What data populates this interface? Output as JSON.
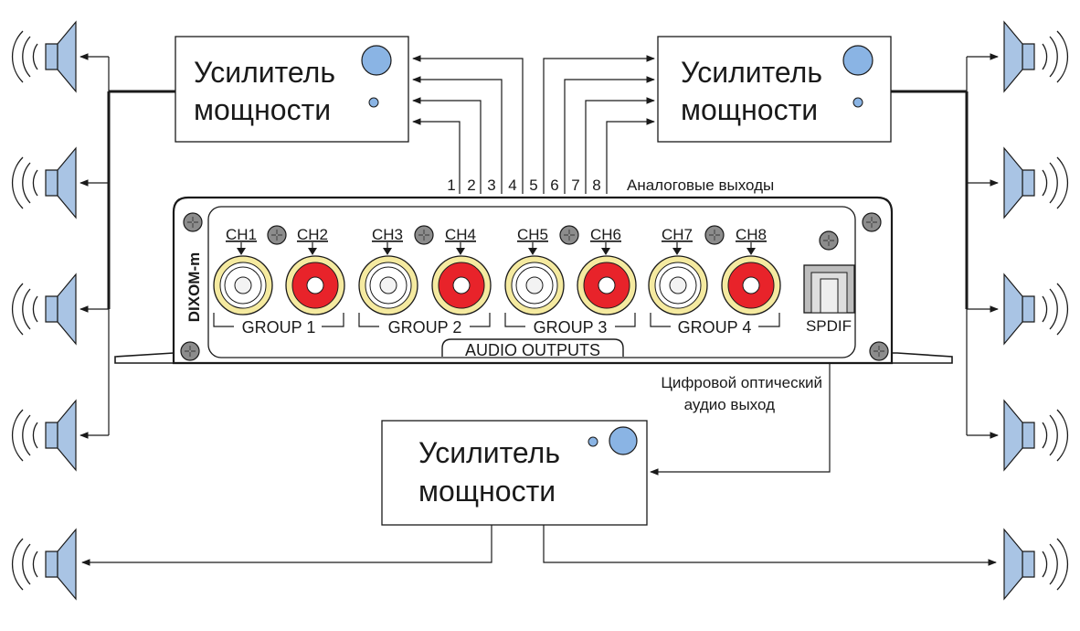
{
  "amplifiers": {
    "left": {
      "line1": "Усилитель",
      "line2": "мощности"
    },
    "right": {
      "line1": "Усилитель",
      "line2": "мощности"
    },
    "bottom": {
      "line1": "Усилитель",
      "line2": "мощности"
    }
  },
  "outputs": {
    "numbers": [
      "1",
      "2",
      "3",
      "4",
      "5",
      "6",
      "7",
      "8"
    ],
    "analog_label": "Аналоговые выходы",
    "digital_label_line1": "Цифровой оптический",
    "digital_label_line2": "аудио выход"
  },
  "device": {
    "model": "DIXOM-m",
    "panel_label": "AUDIO OUTPUTS",
    "spdif_label": "SPDIF",
    "groups": [
      {
        "ch_left": "CH1",
        "ch_right": "CH2",
        "label": "GROUP 1"
      },
      {
        "ch_left": "CH3",
        "ch_right": "CH4",
        "label": "GROUP 2"
      },
      {
        "ch_left": "CH5",
        "ch_right": "CH6",
        "label": "GROUP 3"
      },
      {
        "ch_left": "CH7",
        "ch_right": "CH8",
        "label": "GROUP 4"
      }
    ]
  },
  "colors": {
    "speaker_fill": "#a9c4e4",
    "knob_fill": "#8ab4e4",
    "rca_red": "#e8232a",
    "rca_gold": "#f3e8a0",
    "outline": "#1a1a1a"
  },
  "speaker_icons": [
    "speaker-icon",
    "speaker-icon",
    "speaker-icon",
    "speaker-icon",
    "speaker-icon",
    "speaker-icon",
    "speaker-icon",
    "speaker-icon",
    "speaker-icon",
    "speaker-icon"
  ]
}
